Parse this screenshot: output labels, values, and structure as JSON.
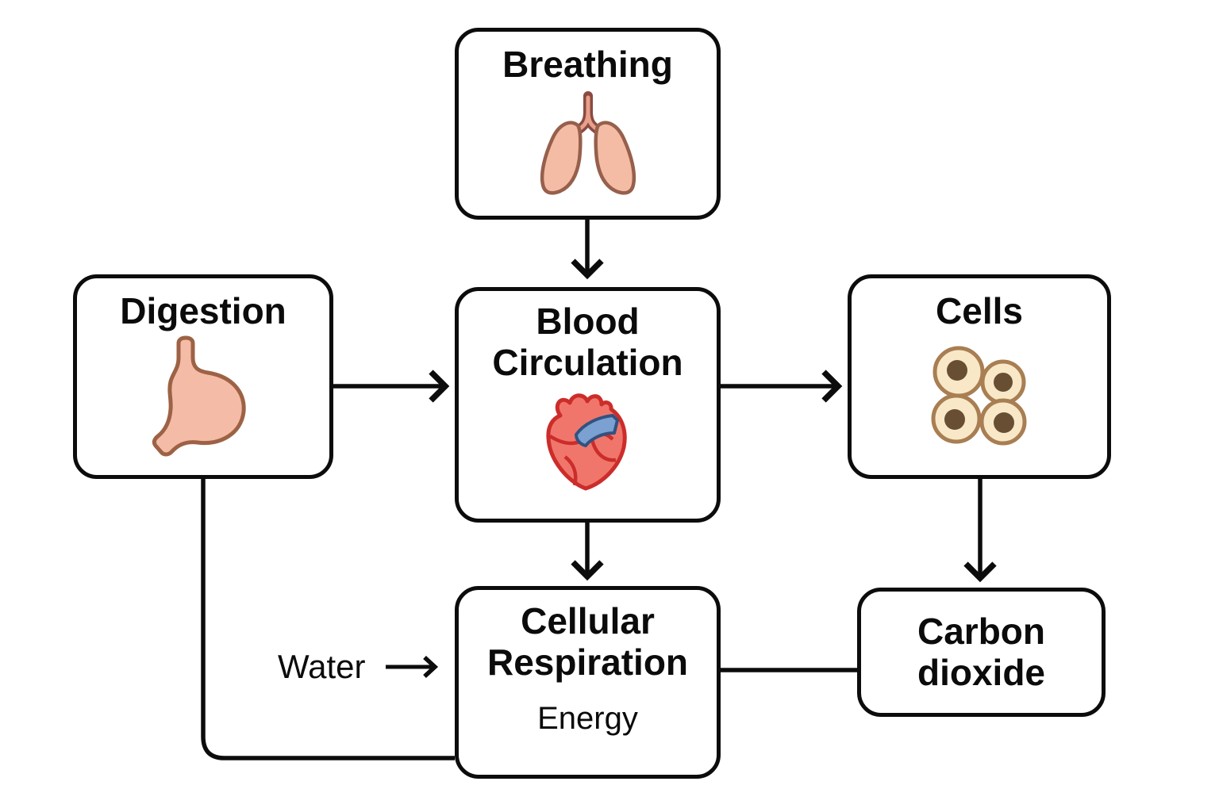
{
  "diagram": {
    "background": "#ffffff",
    "line_color": "#0c0c0c",
    "text_color": "#0b0b0b",
    "nodes": {
      "breathing": {
        "label": "Breathing",
        "icon": "lungs-icon"
      },
      "digestion": {
        "label": "Digestion",
        "icon": "stomach-icon"
      },
      "blood_circulation": {
        "label": "Blood Circulation",
        "icon": "heart-icon"
      },
      "cells": {
        "label": "Cells",
        "icon": "cells-icon"
      },
      "cellular_respiration": {
        "label": "Cellular Respiration",
        "sublabel": "Energy"
      },
      "carbon_dioxide": {
        "label": "Carbon dioxide"
      }
    },
    "floating_labels": {
      "water": "Water"
    },
    "edges": [
      {
        "from": "Breathing",
        "to": "Blood Circulation",
        "arrowhead": true
      },
      {
        "from": "Digestion",
        "to": "Blood Circulation",
        "arrowhead": true
      },
      {
        "from": "Blood Circulation",
        "to": "Cells",
        "arrowhead": true
      },
      {
        "from": "Blood Circulation",
        "to": "Cellular Respiration",
        "arrowhead": true
      },
      {
        "from": "Cells",
        "to": "Carbon dioxide",
        "arrowhead": true
      },
      {
        "from": "Water",
        "to": "Cellular Respiration",
        "arrowhead": true
      },
      {
        "from": "Cellular Respiration",
        "to": "Carbon dioxide",
        "arrowhead": false
      },
      {
        "from": "Digestion",
        "to": "Cellular Respiration",
        "arrowhead": false
      }
    ],
    "icon_colors": {
      "lungs_fill": "#f5bca5",
      "lungs_outline": "#96604c",
      "trachea_outline": "#8a4a42",
      "trachea_inner": "#e8a08a",
      "stomach_fill": "#f4bca6",
      "stomach_outline": "#9d6245",
      "heart_fill": "#f0766c",
      "heart_outline": "#cc2d2a",
      "vessel_fill": "#7ba0d2",
      "vessel_outline": "#32527f",
      "cell_fill": "#f8e8c8",
      "cell_outline": "#a87e52",
      "nucleus_fill": "#684f33"
    }
  }
}
